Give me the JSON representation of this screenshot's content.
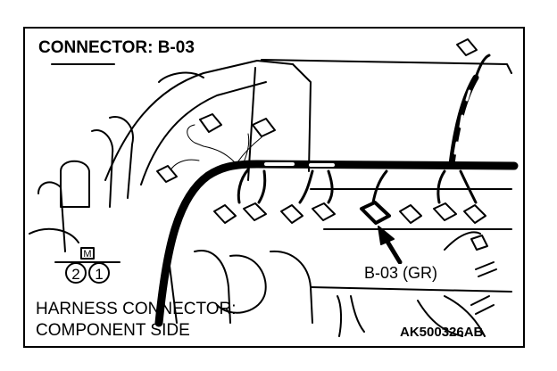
{
  "title": "CONNECTOR: B-03",
  "connector_label": "B-03 (GR)",
  "harness_label_line1": "HARNESS CONNECTOR:",
  "harness_label_line2": "COMPONENT SIDE",
  "figure_code": "AK500326AB",
  "pin_diagram": {
    "marker": "M",
    "pins": [
      "2",
      "1"
    ]
  }
}
